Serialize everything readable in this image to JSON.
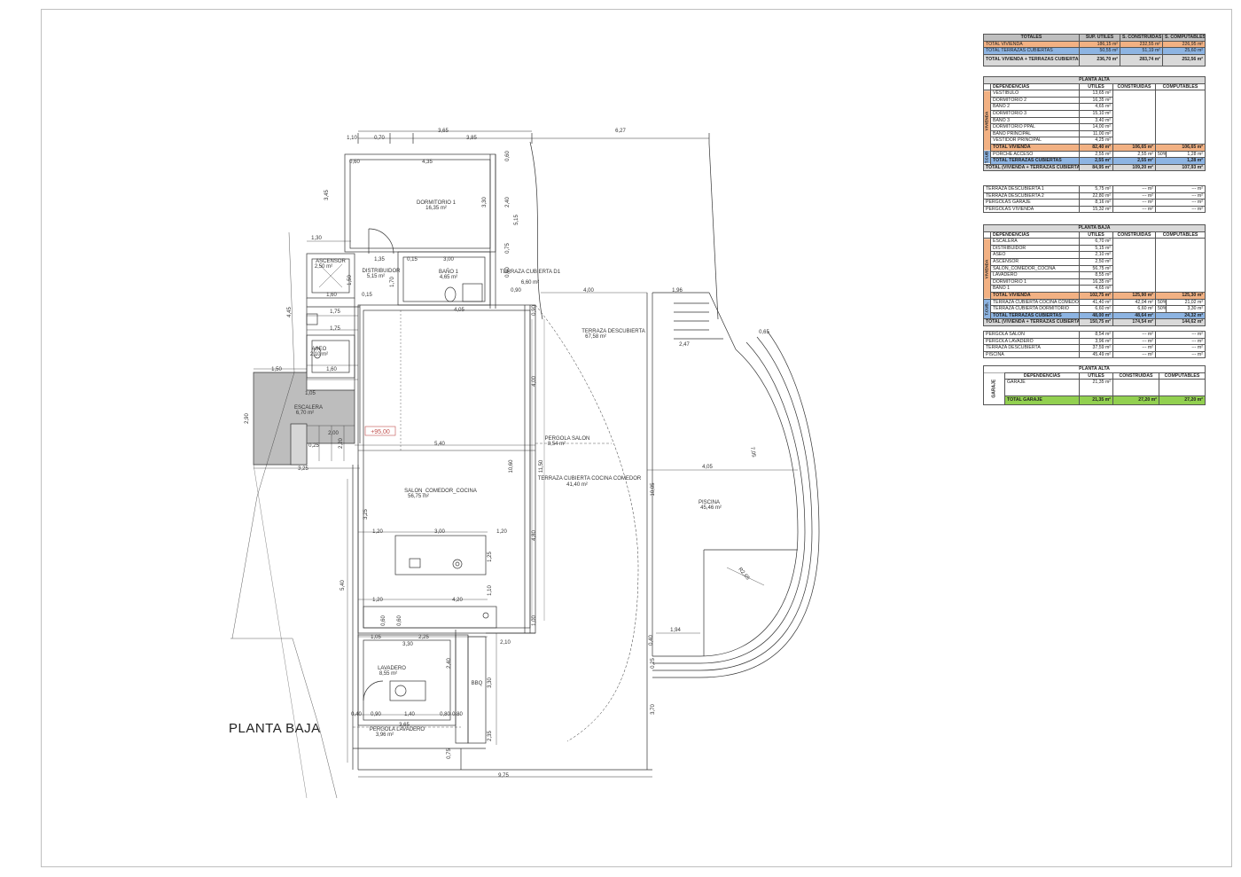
{
  "drawing": {
    "title": "PLANTA BAJA",
    "level_mark": "+95,00",
    "rooms": [
      {
        "id": "dormitorio1",
        "name": "DORMITORIO 1",
        "area": "16,35 m²"
      },
      {
        "id": "ascensor",
        "name": "ASCENSOR",
        "area": "2,50 m²"
      },
      {
        "id": "distribuidor",
        "name": "DISTRIBUIDOR",
        "area": "5,15 m²"
      },
      {
        "id": "bano1",
        "name": "BAÑO 1",
        "area": "4,65 m²"
      },
      {
        "id": "terraza_cub_d1",
        "name": "TERRAZA CUBIERTA D1",
        "area": "6,60 m²"
      },
      {
        "id": "terraza_desc",
        "name": "TERRAZA DESCUBIERTA",
        "area": "67,58 m²"
      },
      {
        "id": "aseo",
        "name": "ASEO",
        "area": "2,10 m²"
      },
      {
        "id": "escalera",
        "name": "ESCALERA",
        "area": "6,70 m²"
      },
      {
        "id": "pergola_salon",
        "name": "PERGOLA SALON",
        "area": "8,54 m²"
      },
      {
        "id": "salon",
        "name": "SALON_COMEDOR_COCINA",
        "area": "56,75 m²"
      },
      {
        "id": "terraza_cub_cc",
        "name": "TERRAZA CUBIERTA COCINA COMEDOR",
        "area": "41,40 m²"
      },
      {
        "id": "piscina",
        "name": "PISCINA",
        "area": "45,46 m²"
      },
      {
        "id": "lavadero",
        "name": "LAVADERO",
        "area": "8,55 m²"
      },
      {
        "id": "bbq",
        "name": "BBQ",
        "area": ""
      },
      {
        "id": "pergola_lav",
        "name": "PERGOLA LAVADERO",
        "area": "3,96 m²"
      }
    ],
    "dims": {
      "d1": "1,10",
      "d2": "0,70",
      "d3": "3,65",
      "d4": "3,85",
      "d5": "6,27",
      "d6": "0,60",
      "d7": "4,35",
      "d8": "0,60",
      "d9": "3,45",
      "d10": "3,30",
      "d11": "2,40",
      "d12": "5,15",
      "d13": "1,30",
      "d14": "1,35",
      "d15": "0,15",
      "d16": "3,00",
      "d17": "0,75",
      "d18": "1,60",
      "d19": "0,15",
      "d20": "0,60",
      "d21": "0,90",
      "d22": "4,00",
      "d23": "1,96",
      "d24": "4,05",
      "d25": "1,75",
      "d26": "1,75",
      "d27": "4,45",
      "d28": "0,90",
      "d29": "2,47",
      "d30": "0,65",
      "d31": "1,50",
      "d32": "1,05",
      "d33": "1,60",
      "d34": "4,00",
      "d35": "2,90",
      "d36": "5,40",
      "d37": "3,25",
      "d38": "10,60",
      "d39": "11,50",
      "d40": "4,05",
      "d41": "7,05",
      "d42": "10,05",
      "d43": "3,25",
      "d44": "1,20",
      "d45": "3,00",
      "d46": "1,20",
      "d47": "4,80",
      "d48": "1,25",
      "d49": "5,40",
      "d50": "1,10",
      "d51": "1,20",
      "d52": "4,20",
      "d53": "1,00",
      "d54": "1,94",
      "d55": "1,05",
      "d56": "3,30",
      "d57": "2,25",
      "d58": "2,10",
      "d59": "2,40",
      "d60": "0,40",
      "d61": "0,25",
      "d62": "3,30",
      "d63": "0,40",
      "d64": "0,90",
      "d65": "1,40",
      "d66": "0,80",
      "d67": "3,65",
      "d68": "3,70",
      "d69": "0,75",
      "d70": "9,75",
      "d71": "2,35",
      "d72": "R2,65",
      "d73": "0,60",
      "d74": "0,60",
      "d75": "0,80",
      "d76": "1,50",
      "d77": "1,70",
      "d78": "2,00",
      "d79": "2,20",
      "d80": "0,25"
    }
  },
  "totales": {
    "headers": [
      "TOTALES",
      "SUP. UTILES",
      "S. CONSTRUIDAS",
      "S. COMPUTABLES"
    ],
    "rows": [
      {
        "label": "TOTAL VIVIENDA",
        "u": "186,15 m²",
        "c": "232,55 m²",
        "p": "226,95 m²"
      },
      {
        "label": "TOTAL TERRAZAS CUBIERTAS",
        "u": "50,55 m²",
        "c": "51,19 m²",
        "p": "25,60 m²"
      },
      {
        "label": "TOTAL VIVIENDA + TERRAZAS CUBIERTAS",
        "u": "236,70 m²",
        "c": "283,74 m²",
        "p": "252,56 m²"
      }
    ]
  },
  "planta_alta": {
    "title": "PLANTA ALTA",
    "headers": [
      "DEPENDENCIAS",
      "UTILES",
      "CONSTRUIDAS",
      "COMPUTABLES"
    ],
    "side_vivienda": "VIVIENDA",
    "side_tcub": "T.CUB.",
    "rooms": [
      {
        "n": "VESTIBULO",
        "u": "13,65 m²"
      },
      {
        "n": "DORMITORIO 2",
        "u": "16,35 m²"
      },
      {
        "n": "BAÑO 2",
        "u": "4,65 m²"
      },
      {
        "n": "DORMITORIO 3",
        "u": "15,10 m²"
      },
      {
        "n": "BAÑO 3",
        "u": "3,40 m²"
      },
      {
        "n": "DORMITORIO PPAL",
        "u": "14,00 m²"
      },
      {
        "n": "BAÑO PRINCIPAL",
        "u": "11,00 m²"
      },
      {
        "n": "VESTIDOR PRINCIPAL",
        "u": "4,25 m²"
      }
    ],
    "total_vivienda": {
      "n": "TOTAL VIVIENDA",
      "u": "82,40 m²",
      "c": "106,65 m²",
      "p": "106,65 m²"
    },
    "porche": {
      "n": "PORCHE ACCESO",
      "u": "2,55 m²",
      "c": "2,55 m²",
      "pct": "50%",
      "p": "1,28 m²"
    },
    "total_terrazas": {
      "n": "TOTAL TERRAZAS CUBIERTAS",
      "u": "2,55 m²",
      "c": "2,55 m²",
      "p": "1,28 m²"
    },
    "total": {
      "n": "TOTAL (VIVIENDA + TERRAZAS CUBIERTAS)",
      "u": "84,95 m²",
      "c": "109,20 m²",
      "p": "107,93 m²"
    }
  },
  "extras_alta": [
    {
      "n": "TERRAZA DESCUBIERTA 1",
      "u": "5,75 m²",
      "c": "--- m²",
      "p": "--- m²"
    },
    {
      "n": "TERRAZA DESCUBIERTA 2",
      "u": "22,80 m²",
      "c": "--- m²",
      "p": "--- m²"
    },
    {
      "n": "PERGOLAS GARAJE",
      "u": "8,16 m²",
      "c": "--- m²",
      "p": "--- m²"
    },
    {
      "n": "PERGOLAS VIVIENDA",
      "u": "15,32 m²",
      "c": "--- m²",
      "p": "--- m²"
    }
  ],
  "planta_baja": {
    "title": "PLANTA BAJA",
    "headers": [
      "DEPENDENCIAS",
      "UTILES",
      "CONSTRUIDAS",
      "COMPUTABLES"
    ],
    "side_vivienda": "VIVIENDA",
    "side_tcub": "T.CUB.",
    "rooms": [
      {
        "n": "ESCALERA",
        "u": "6,70 m²"
      },
      {
        "n": "DISTRIBUIDOR",
        "u": "5,15 m²"
      },
      {
        "n": "ASEO",
        "u": "2,10 m²"
      },
      {
        "n": "ASCENSOR",
        "u": "2,50 m²"
      },
      {
        "n": "SALON_COMEDOR_COCINA",
        "u": "56,75 m²"
      },
      {
        "n": "LAVADERO",
        "u": "8,55 m²"
      },
      {
        "n": "DORMITORIO 1",
        "u": "16,35 m²"
      },
      {
        "n": "BAÑO 1",
        "u": "4,65 m²"
      }
    ],
    "total_vivienda": {
      "n": "TOTAL VIVIENDA",
      "u": "102,75 m²",
      "c": "125,90 m²",
      "p": "125,30 m²"
    },
    "terrazas": [
      {
        "n": "TERRAZA CUBIERTA COCINA COMEDOR",
        "u": "41,40 m²",
        "c": "42,04 m²",
        "pct": "50%",
        "p": "21,02 m²"
      },
      {
        "n": "TERRAZA CUBIERTA DORMITORIO",
        "u": "6,60 m²",
        "c": "6,60 m²",
        "pct": "50%",
        "p": "3,30 m²"
      }
    ],
    "total_terrazas": {
      "n": "TOTAL TERRAZAS CUBIERTAS",
      "u": "48,00 m²",
      "c": "48,64 m²",
      "p": "24,32 m²"
    },
    "total": {
      "n": "TOTAL (VIVIENDA + TERRAZAS CUBIERTAS)",
      "u": "150,75 m²",
      "c": "174,54 m²",
      "p": "144,62 m²"
    }
  },
  "extras_baja": [
    {
      "n": "PERGOLA SALON",
      "u": "8,54 m²",
      "c": "--- m²",
      "p": "--- m²"
    },
    {
      "n": "PERGOLA LAVADERO",
      "u": "3,96 m²",
      "c": "--- m²",
      "p": "--- m²"
    },
    {
      "n": "TERRAZA DESCUBIERTA",
      "u": "37,59 m²",
      "c": "--- m²",
      "p": "--- m²"
    },
    {
      "n": "PISCINA",
      "u": "45,49 m²",
      "c": "--- m²",
      "p": "--- m²"
    }
  ],
  "garaje": {
    "title": "PLANTA ALTA",
    "headers": [
      "DEPENDENCIAS",
      "UTILES",
      "CONSTRUIDAS",
      "COMPUTABLES"
    ],
    "side": "GARAJE",
    "row": {
      "n": "GARAJE",
      "u": "21,35 m²"
    },
    "total": {
      "n": "TOTAL GARAJE",
      "u": "21,35 m²",
      "c": "27,20 m²",
      "p": "27,20 m²"
    }
  }
}
